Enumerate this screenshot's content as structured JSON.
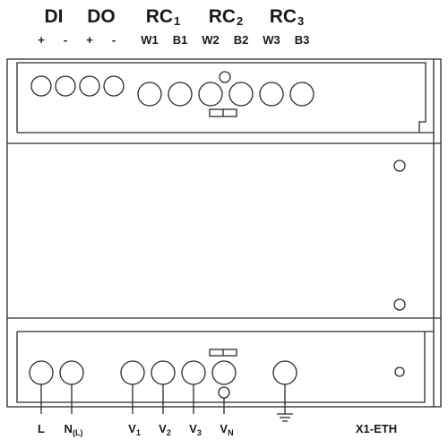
{
  "groups": {
    "di": "DI",
    "do": "DO",
    "rc1": {
      "base": "RC",
      "sub": "1"
    },
    "rc2": {
      "base": "RC",
      "sub": "2"
    },
    "rc3": {
      "base": "RC",
      "sub": "3"
    }
  },
  "top_terminals": {
    "di_plus": "+",
    "di_minus": "-",
    "do_plus": "+",
    "do_minus": "-",
    "w1": "W1",
    "b1": "B1",
    "w2": "W2",
    "b2": "B2",
    "w3": "W3",
    "b3": "B3"
  },
  "bottom_terminals": {
    "l": "L",
    "n": {
      "base": "N",
      "sub": "(L)"
    },
    "v1": {
      "base": "V",
      "sub": "1"
    },
    "v2": {
      "base": "V",
      "sub": "2"
    },
    "v3": {
      "base": "V",
      "sub": "3"
    },
    "vn": {
      "base": "V",
      "sub": "N"
    },
    "eth": "X1-ETH"
  },
  "colors": {
    "stroke": "#2a2a2a",
    "text": "#1a1a1a",
    "background": "#ffffff"
  }
}
